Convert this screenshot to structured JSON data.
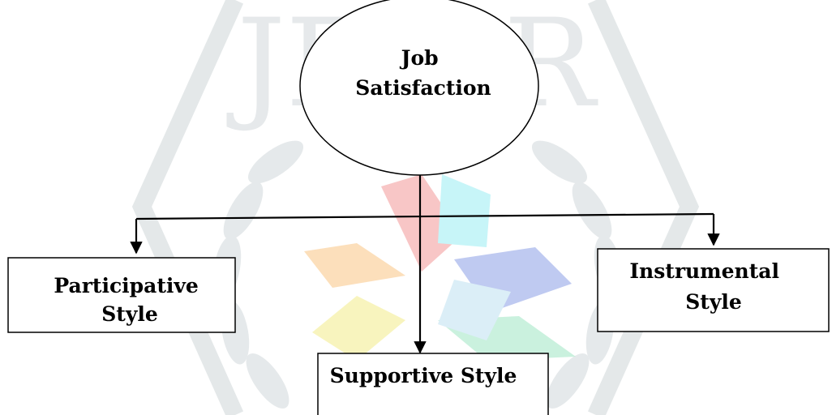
{
  "watermark": {
    "text": "JETIR"
  },
  "nodes": {
    "root": {
      "lines": [
        "Job",
        "Satisfaction"
      ]
    },
    "participative": {
      "lines": [
        "Participative",
        "Style"
      ]
    },
    "instrumental": {
      "lines": [
        "Instrumental",
        "Style"
      ]
    },
    "supportive": {
      "lines": [
        "Supportive Style"
      ]
    }
  },
  "colors": {
    "stroke": "#000000",
    "watermark_gray": "#d9dee0",
    "petal_red": "#f6b3b3",
    "petal_cyan": "#b5f2f6",
    "petal_blue": "#aab8ec",
    "petal_green": "#b9edd3",
    "petal_yellow": "#f6f1a8",
    "petal_orange": "#fbd5a5"
  }
}
